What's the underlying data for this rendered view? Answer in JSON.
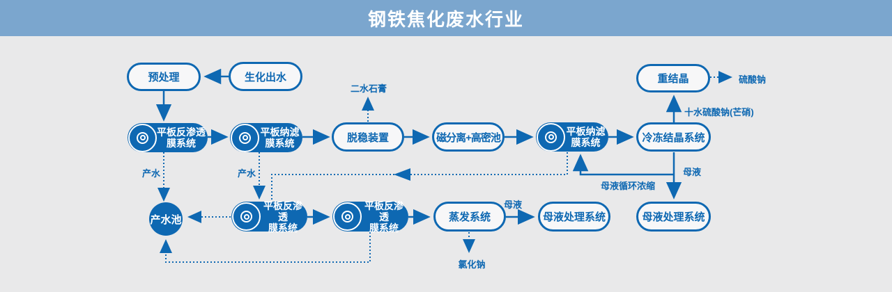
{
  "header": {
    "title": "钢铁焦化废水行业"
  },
  "colors": {
    "primary_blue": "#0e68b2",
    "header_bg": "#7ba6ce",
    "canvas_bg": "#e9e9ea"
  },
  "diagram": {
    "nodes": {
      "pretreatment": {
        "label": "预处理"
      },
      "bio_effluent": {
        "label": "生化出水"
      },
      "ro_top": {
        "line1": "平板反渗透",
        "line2": "膜系统"
      },
      "nf_left": {
        "line1": "平板纳滤",
        "line2": "膜系统"
      },
      "destabilizer": {
        "label": "脱稳装置"
      },
      "magnetic_separation": {
        "label": "磁分离+高密池"
      },
      "nf_right": {
        "line1": "平板纳滤",
        "line2": "膜系统"
      },
      "freeze_crystallization": {
        "label": "冷冻结晶系统"
      },
      "recrystallization": {
        "label": "重结晶"
      },
      "product_water_pool": {
        "label": "产水池"
      },
      "ro_bottom_1": {
        "line1": "平板反渗透",
        "line2": "膜系统"
      },
      "ro_bottom_2": {
        "line1": "平板反渗透",
        "line2": "膜系统"
      },
      "evaporation": {
        "label": "蒸发系统"
      },
      "ml_treatment_mid": {
        "label": "母液处理系统"
      },
      "ml_treatment_right": {
        "label": "母液处理系统"
      }
    },
    "flow_labels": {
      "gypsum": "二水石膏",
      "sodium_sulfate": "硫酸钠",
      "glauber_salt": "十水硫酸钠(芒硝)",
      "product_water_1": "产水",
      "product_water_2": "产水",
      "mother_liquor_right": "母液",
      "mother_liquor_mid": "母液",
      "ml_recycle_concentrate": "母液循环浓缩",
      "sodium_chloride": "氯化钠"
    },
    "icons": {
      "membrane_disc": "bullseye-disc-icon"
    }
  }
}
